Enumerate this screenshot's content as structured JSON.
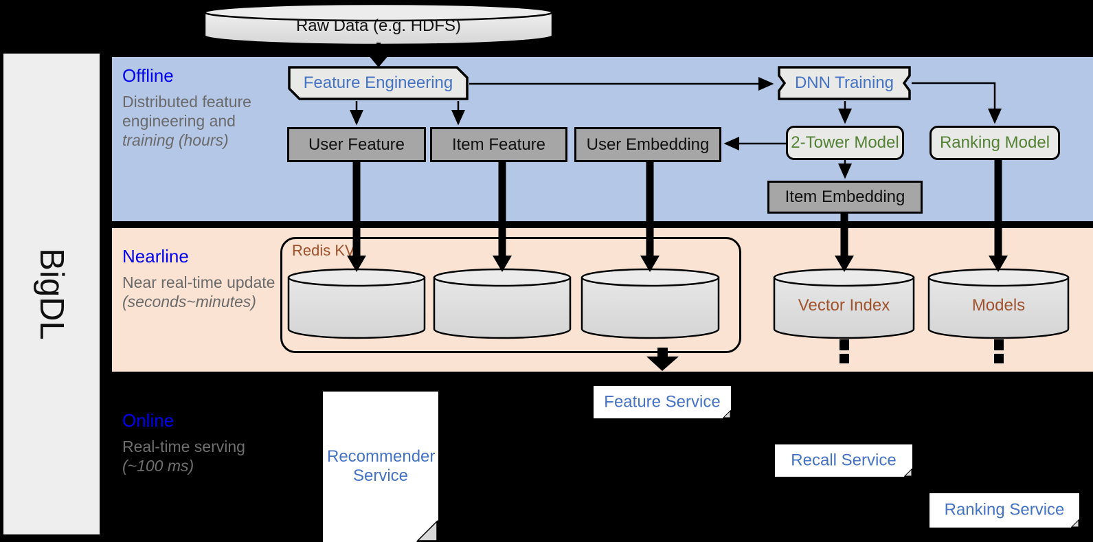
{
  "sidebar": {
    "label": "BigDL"
  },
  "bands": [
    {
      "id": "offline",
      "title": "Offline",
      "desc": "Distributed feature engineering and ",
      "desc_em": "training (hours)"
    },
    {
      "id": "nearline",
      "title": "Nearline",
      "desc": "Near real-time update ",
      "desc_em": "(seconds~minutes)"
    },
    {
      "id": "online",
      "title": "Online",
      "desc": "Real-time serving ",
      "desc_em": "(~100 ms)"
    }
  ],
  "source": {
    "label": "Raw Data (e.g. HDFS)"
  },
  "offline": {
    "feature_engineering": "Feature Engineering",
    "dnn_training": "DNN Training",
    "user_feature": "User Feature",
    "item_feature": "Item Feature",
    "user_embedding": "User Embedding",
    "two_tower_model": "2-Tower Model",
    "ranking_model": "Ranking Model",
    "item_embedding": "Item Embedding"
  },
  "nearline": {
    "redis_kv": "Redis KV",
    "store_user_feature": "",
    "store_item_feature": "",
    "store_user_embedding": "",
    "vector_index": "Vector Index",
    "models": "Models"
  },
  "online": {
    "recommender_service": "Recommender Service",
    "feature_service": "Feature Service",
    "recall_service": "Recall Service",
    "ranking_service": "Ranking Service"
  },
  "colors": {
    "offline_band": "#b4c7e7",
    "nearline_band": "#fae3d3",
    "accent_blue": "#0000ee",
    "link_blue": "#4472c4",
    "green": "#548235",
    "brown": "#a0522d",
    "grey_box": "#a6a6a6",
    "proc_box": "#e9e9e7",
    "background": "#000000"
  }
}
